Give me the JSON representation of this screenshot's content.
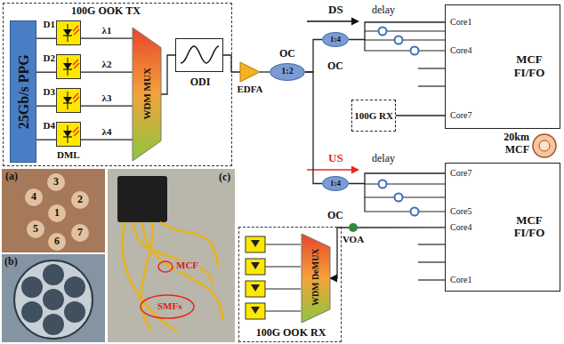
{
  "diagram": {
    "nodes": [
      {
        "text": [
          "100G OOK TX"
        ]
      },
      {
        "text": [
          "25Gb/s PPG"
        ],
        "in": 0
      },
      {
        "text": [
          "D1"
        ],
        "in": 0
      },
      {
        "text": [
          "D2"
        ],
        "in": 0
      },
      {
        "text": [
          "D3"
        ],
        "in": 0
      },
      {
        "text": [
          "D4"
        ],
        "in": 0
      },
      {
        "text": [
          "WDM MUX"
        ],
        "in": 0
      },
      {
        "text": [
          "ODI"
        ],
        "in": 0
      },
      {
        "text": [
          "EDFA"
        ]
      },
      {
        "text": [
          "OC",
          "1:2"
        ]
      },
      {
        "text": [
          "1:4",
          "OC"
        ]
      },
      {
        "text": [
          "100G RX"
        ]
      },
      {
        "text": [
          "MCF FI/FO"
        ]
      },
      {
        "text": [
          "20km MCF"
        ]
      },
      {
        "text": [
          "1:4",
          "OC"
        ]
      },
      {
        "text": [
          "MCF FI/FO"
        ]
      },
      {
        "text": [
          "VOA"
        ]
      },
      {
        "text": [
          "100G OOK RX"
        ]
      },
      {
        "text": [
          "WDM DeMUX"
        ],
        "in": 17
      }
    ],
    "edges": [
      {
        "from": 1,
        "to": 2,
        "arrow": "none"
      },
      {
        "from": 1,
        "to": 3,
        "arrow": "none"
      },
      {
        "from": 1,
        "to": 4,
        "arrow": "none"
      },
      {
        "from": 1,
        "to": 5,
        "arrow": "none"
      },
      {
        "from": 2,
        "to": 6,
        "label": "λ1",
        "arrow": "none"
      },
      {
        "from": 3,
        "to": 6,
        "label": "λ2",
        "arrow": "none"
      },
      {
        "from": 4,
        "to": 6,
        "label": "λ3",
        "arrow": "none"
      },
      {
        "from": 5,
        "to": 6,
        "label": "λ4",
        "arrow": "none"
      },
      {
        "from": 6,
        "to": 7,
        "arrow": "none"
      },
      {
        "from": 7,
        "to": 8,
        "arrow": "none"
      },
      {
        "from": 8,
        "to": 9,
        "arrow": "none"
      },
      {
        "from": 9,
        "to": 10,
        "arrow": "none"
      },
      {
        "from": 9,
        "to": 14,
        "arrow": "none"
      },
      {
        "from": 10,
        "to": 12,
        "arrow": "none"
      },
      {
        "from": 11,
        "to": 12,
        "arrow": "none"
      },
      {
        "from": 14,
        "to": 15,
        "arrow": "none"
      },
      {
        "from": 15,
        "to": 16,
        "arrow": "none"
      },
      {
        "from": 16,
        "to": 18,
        "arrow": "to"
      }
    ],
    "labels": [
      "DML",
      "DS",
      "delay",
      "Core1",
      "Core4",
      "Core7",
      "US",
      "delay",
      "Core7",
      "Core5",
      "Core4",
      "Core1",
      "(a)",
      "3",
      "4",
      "2",
      "1",
      "5",
      "7",
      "6",
      "(b)",
      "(c)",
      "MCF",
      "SMFs"
    ]
  }
}
